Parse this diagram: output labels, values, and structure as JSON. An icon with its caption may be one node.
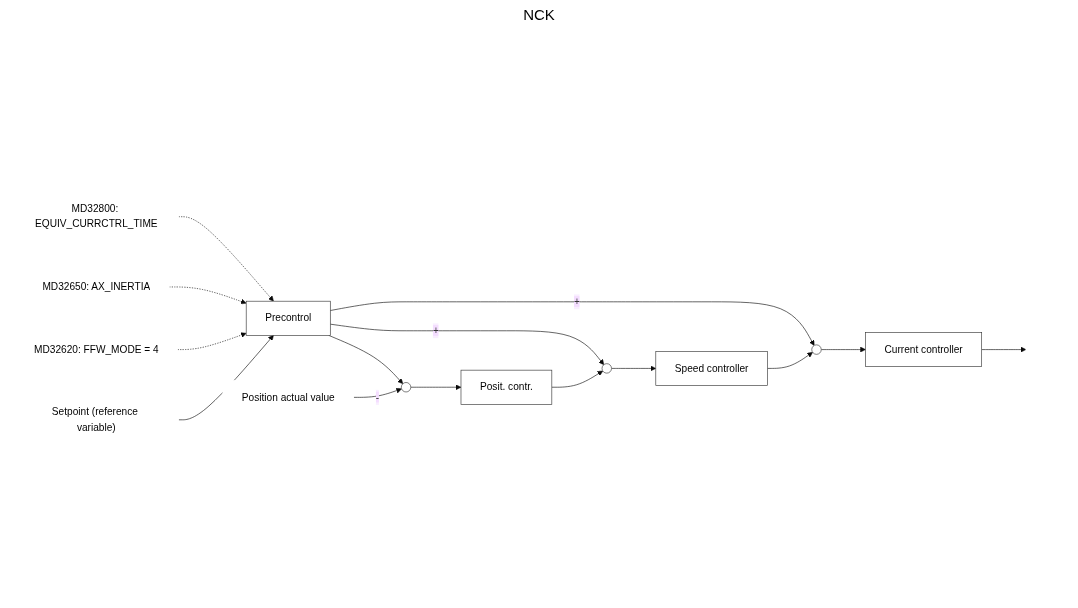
{
  "diagram": {
    "nodes": [
      {
        "text": [
          "Setpoint (reference variable)"
        ]
      },
      {
        "text": [
          "Precontrol"
        ]
      },
      {
        "text": [],
        "shape": "circle"
      },
      {
        "text": [
          "Posit. contr."
        ]
      },
      {
        "text": [],
        "shape": "circle"
      },
      {
        "text": [
          "Speed controller"
        ]
      },
      {
        "text": [],
        "shape": "circle"
      },
      {
        "text": [
          "Current controller"
        ]
      },
      {
        "text": [
          "MD32620: FFW_MODE = 4"
        ]
      },
      {
        "text": [
          "Position actual value"
        ]
      },
      {
        "text": [
          "MD32650: AX_INERTIA"
        ]
      },
      {
        "text": [
          "MD32800: EQUIV_CURRCTRL_TIME"
        ]
      }
    ],
    "edges": [
      {
        "from": 0,
        "to": 1,
        "arrow": "to"
      },
      {
        "from": 1,
        "to": 2,
        "arrow": "to"
      },
      {
        "from": 2,
        "to": 3,
        "arrow": "to"
      },
      {
        "from": 3,
        "to": 4,
        "arrow": "to"
      },
      {
        "from": 4,
        "to": 5,
        "arrow": "to"
      },
      {
        "from": 5,
        "to": 6,
        "arrow": "to"
      },
      {
        "from": 6,
        "to": 7,
        "arrow": "to"
      },
      {
        "from": 7,
        "to": null,
        "arrow": "to"
      },
      {
        "from": 1,
        "to": 4,
        "arrow": "to",
        "label": "+"
      },
      {
        "from": 1,
        "to": 6,
        "arrow": "to",
        "label": "+"
      },
      {
        "from": 9,
        "to": 2,
        "arrow": "to",
        "label": "-"
      },
      {
        "from": 8,
        "to": 1,
        "arrow": "to",
        "style": "dashed"
      },
      {
        "from": 10,
        "to": 1,
        "arrow": "to",
        "style": "dashed"
      },
      {
        "from": 11,
        "to": 1,
        "arrow": "to",
        "style": "dashed"
      }
    ],
    "labels": [
      "NCK"
    ]
  }
}
